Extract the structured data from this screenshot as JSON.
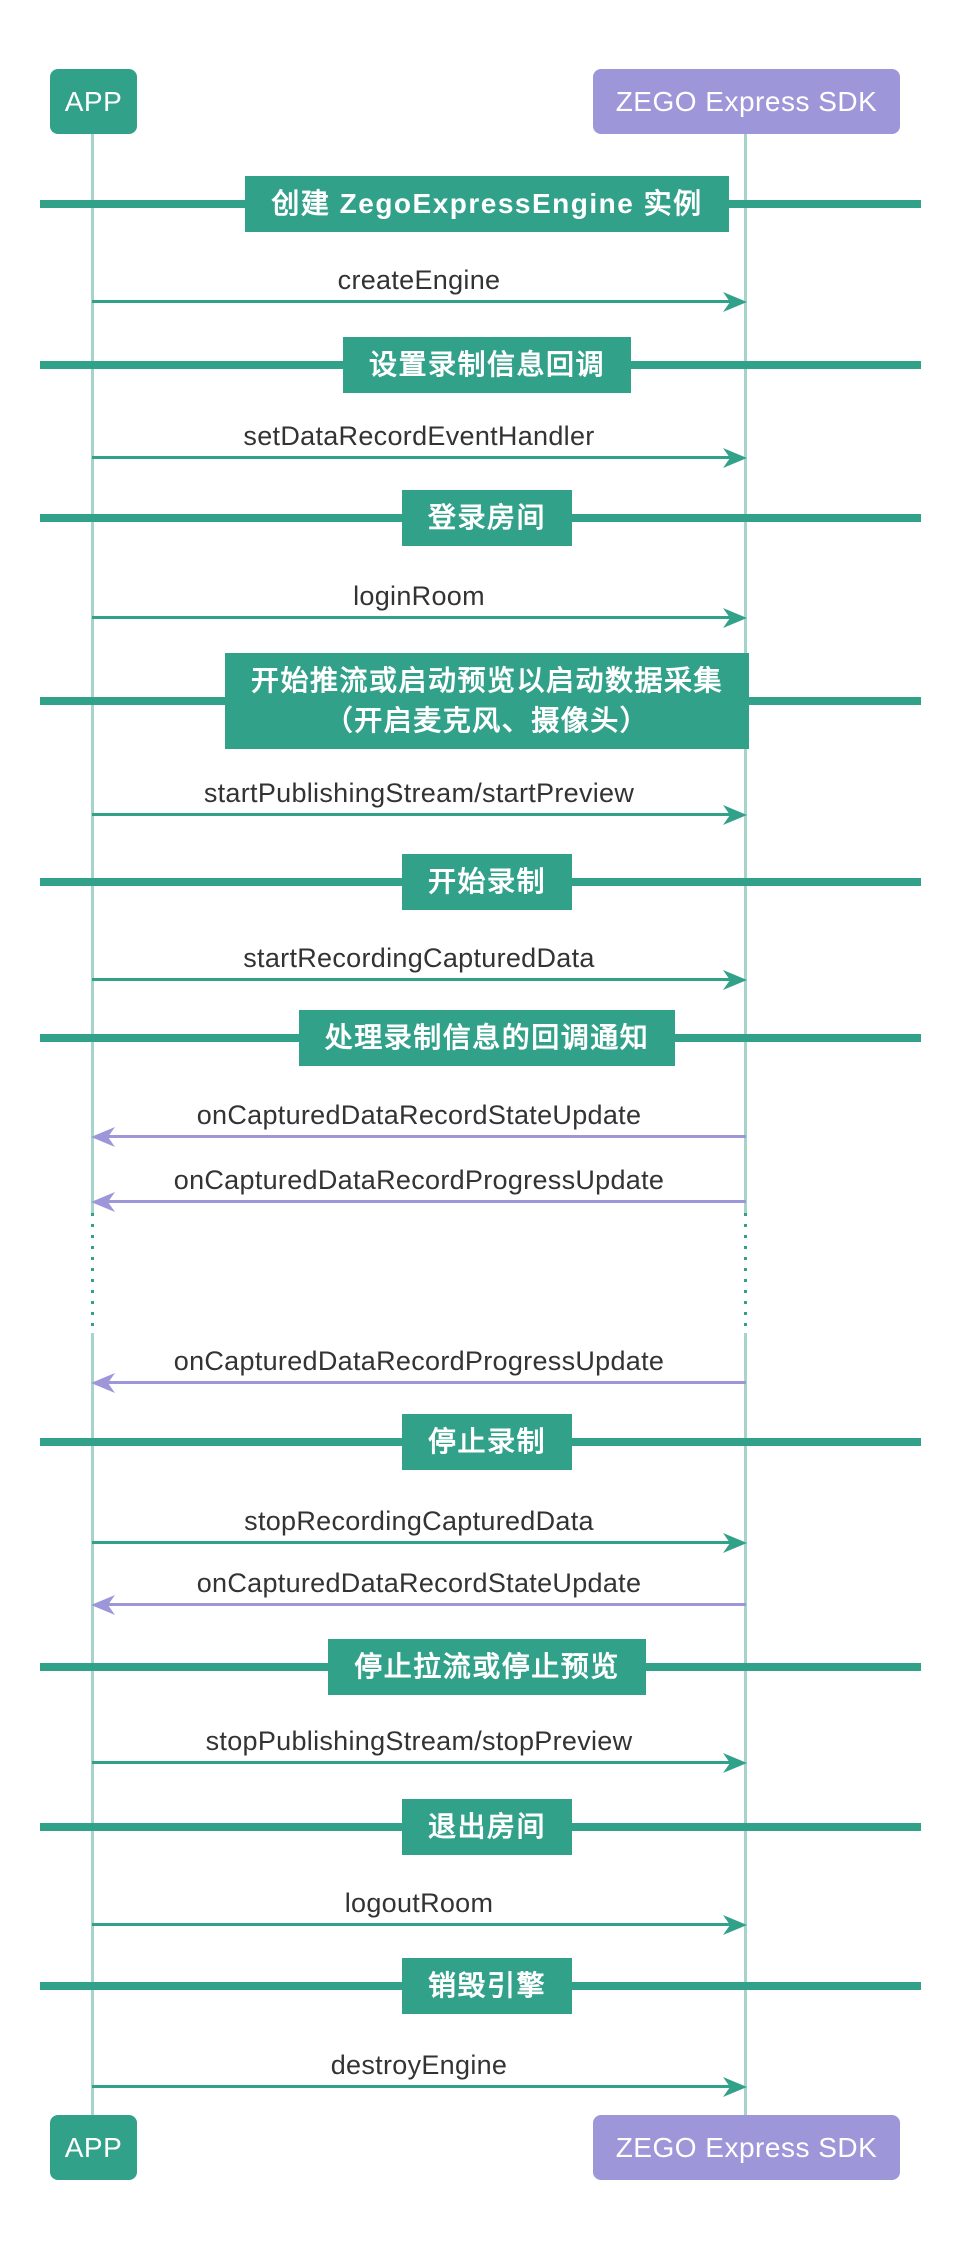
{
  "colors": {
    "teal": "#32a18a",
    "purple": "#9d97d9",
    "lifeline": "#a6d4cb",
    "text": "#333333",
    "white": "#ffffff"
  },
  "participants": {
    "app": "APP",
    "sdk": "ZEGO Express SDK"
  },
  "steps": [
    {
      "type": "divider",
      "label": "创建 ZegoExpressEngine 实例"
    },
    {
      "type": "message",
      "dir": "right",
      "label": "createEngine"
    },
    {
      "type": "divider",
      "label": "设置录制信息回调"
    },
    {
      "type": "message",
      "dir": "right",
      "label": "setDataRecordEventHandler"
    },
    {
      "type": "divider",
      "label": "登录房间"
    },
    {
      "type": "message",
      "dir": "right",
      "label": "loginRoom"
    },
    {
      "type": "divider",
      "label": "开始推流或启动预览以启动数据采集\n（开启麦克风、摄像头）"
    },
    {
      "type": "message",
      "dir": "right",
      "label": "startPublishingStream/startPreview"
    },
    {
      "type": "divider",
      "label": "开始录制"
    },
    {
      "type": "message",
      "dir": "right",
      "label": "startRecordingCapturedData"
    },
    {
      "type": "divider",
      "label": "处理录制信息的回调通知"
    },
    {
      "type": "message",
      "dir": "left",
      "label": "onCapturedDataRecordStateUpdate"
    },
    {
      "type": "message",
      "dir": "left",
      "label": "onCapturedDataRecordProgressUpdate"
    },
    {
      "type": "gap",
      "label": ""
    },
    {
      "type": "message",
      "dir": "left",
      "label": "onCapturedDataRecordProgressUpdate"
    },
    {
      "type": "divider",
      "label": "停止录制"
    },
    {
      "type": "message",
      "dir": "right",
      "label": "stopRecordingCapturedData"
    },
    {
      "type": "message",
      "dir": "left",
      "label": "onCapturedDataRecordStateUpdate"
    },
    {
      "type": "divider",
      "label": "停止拉流或停止预览"
    },
    {
      "type": "message",
      "dir": "right",
      "label": "stopPublishingStream/stopPreview"
    },
    {
      "type": "divider",
      "label": "退出房间"
    },
    {
      "type": "message",
      "dir": "right",
      "label": "logoutRoom"
    },
    {
      "type": "divider",
      "label": "销毁引擎"
    },
    {
      "type": "message",
      "dir": "right",
      "label": "destroyEngine"
    }
  ]
}
